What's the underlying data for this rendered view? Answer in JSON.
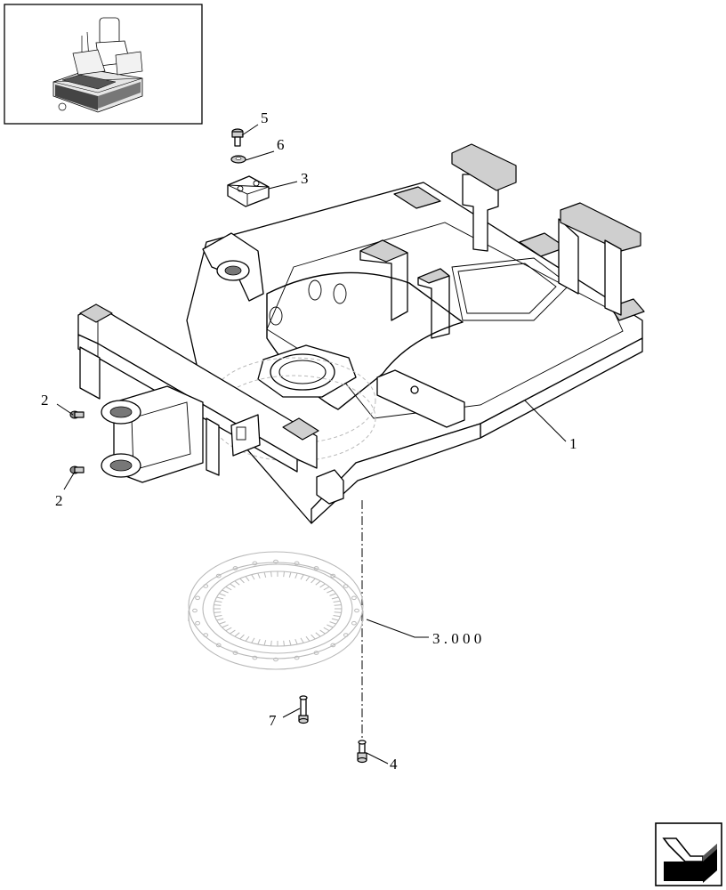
{
  "callouts": [
    {
      "id": "frame",
      "label": "1"
    },
    {
      "id": "pin-upper",
      "label": "2"
    },
    {
      "id": "pin-lower",
      "label": "2"
    },
    {
      "id": "plate",
      "label": "3"
    },
    {
      "id": "bolt-ring",
      "label": "4"
    },
    {
      "id": "bolt-top",
      "label": "5"
    },
    {
      "id": "washer",
      "label": "6"
    },
    {
      "id": "bolt-side",
      "label": "7"
    },
    {
      "id": "ring",
      "label": "3 . 0 0 0"
    }
  ],
  "icons": {
    "thumbnail": "machine-overview-icon",
    "nav": "next-page-arrow-icon"
  }
}
